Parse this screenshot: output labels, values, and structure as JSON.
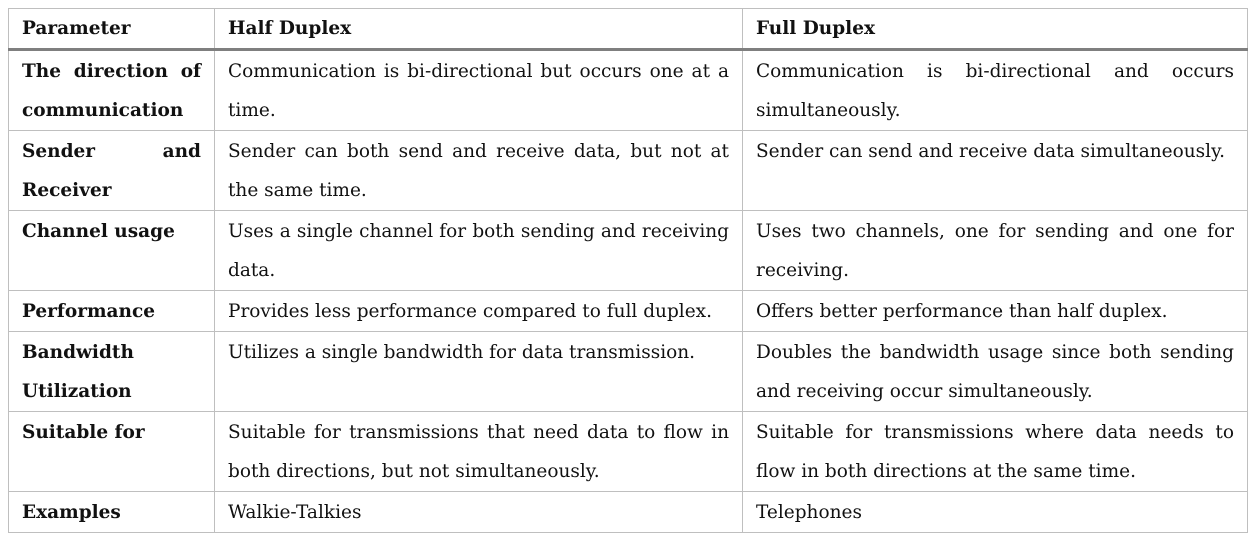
{
  "table": {
    "headers": [
      "Parameter",
      "Half Duplex",
      "Full Duplex"
    ],
    "rows": [
      {
        "parameter": "The direction of communication",
        "half": "Communication is bi-directional but occurs one at a time.",
        "full": "Communication is bi-directional and occurs simultaneously."
      },
      {
        "parameter": "Sender and Receiver",
        "half": "Sender can both send and receive data, but not at the same time.",
        "full": "Sender can send and receive data simultaneously."
      },
      {
        "parameter": "Channel usage",
        "half": "Uses a single channel for both sending and receiving data.",
        "full": "Uses two channels, one for sending and one for receiving."
      },
      {
        "parameter": "Performance",
        "half": "Provides less performance compared to full duplex.",
        "full": "Offers better performance than half duplex."
      },
      {
        "parameter": "Bandwidth Utilization",
        "half": "Utilizes a single bandwidth for data transmission.",
        "full": "Doubles the bandwidth usage since both sending and receiving occur simultaneously."
      },
      {
        "parameter": "Suitable for",
        "half": "Suitable for transmissions that need data to flow in both directions, but not simultaneously.",
        "full": "Suitable for transmissions where data needs to flow in both directions at the same time."
      },
      {
        "parameter": "Examples",
        "half": "Walkie-Talkies",
        "full": "Telephones"
      }
    ]
  }
}
